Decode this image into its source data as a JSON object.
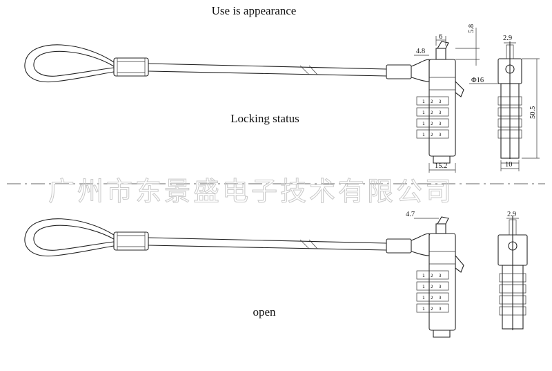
{
  "labels": {
    "top_title": "Use is appearance",
    "middle_title": "Locking status",
    "bottom_title": "open",
    "watermark": "广州市东景盛电子技术有限公司"
  },
  "dimensions_locked": {
    "d_6": "6",
    "d_5_8": "5.8",
    "d_4_8": "4.8",
    "d_2_9": "2.9",
    "d_phi16": "Φ16",
    "d_50_5": "50.5",
    "d_15_2": "15.2",
    "d_10": "10"
  },
  "dimensions_open": {
    "d_4_7": "4.7",
    "d_2_9": "2.9"
  },
  "wheel_digits": [
    "1",
    "2",
    "3"
  ]
}
